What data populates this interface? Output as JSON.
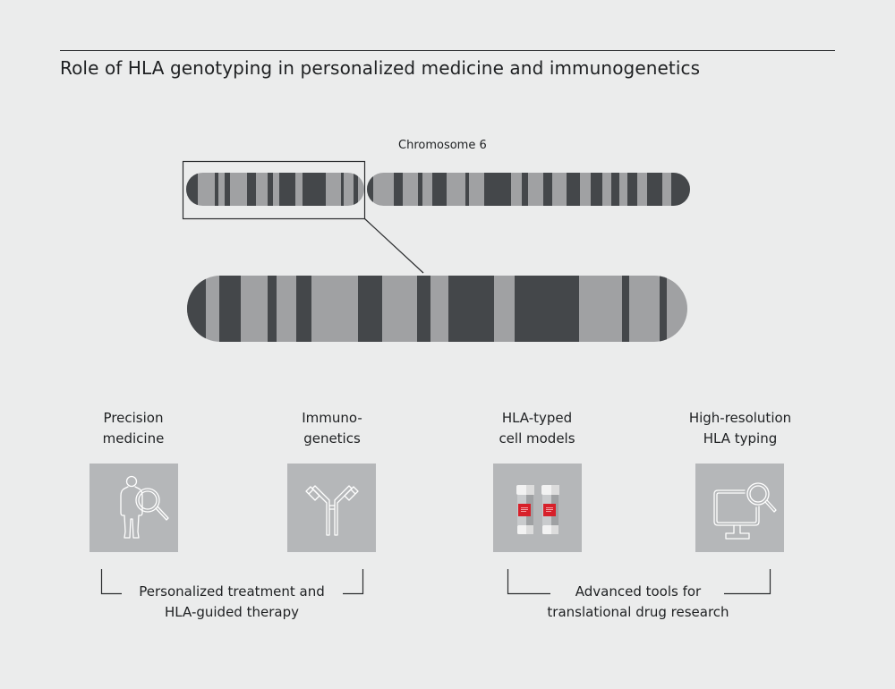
{
  "header": {
    "title": "Role of HLA genotyping in personalized medicine and immunogenetics"
  },
  "chromosome": {
    "label": "Chromosome 6",
    "colors": {
      "dark_band": "#44474a",
      "light_band": "#a0a1a3"
    }
  },
  "applications": [
    {
      "line1": "Precision",
      "line2": "medicine",
      "icon": "person-magnifier-icon"
    },
    {
      "line1": "Immuno-",
      "line2": "genetics",
      "icon": "antibody-icon"
    },
    {
      "line1": "HLA-typed",
      "line2": "cell models",
      "icon": "cell-vials-icon"
    },
    {
      "line1": "High-resolution",
      "line2": "HLA typing",
      "icon": "monitor-magnifier-icon"
    }
  ],
  "groups": [
    {
      "line1": "Personalized treatment and",
      "line2": "HLA-guided therapy"
    },
    {
      "line1": "Advanced tools for",
      "line2": "translational drug research"
    }
  ],
  "colors": {
    "background": "#ebecec",
    "icon_box": "#b5b7b9",
    "accent_red": "#d7202a"
  }
}
